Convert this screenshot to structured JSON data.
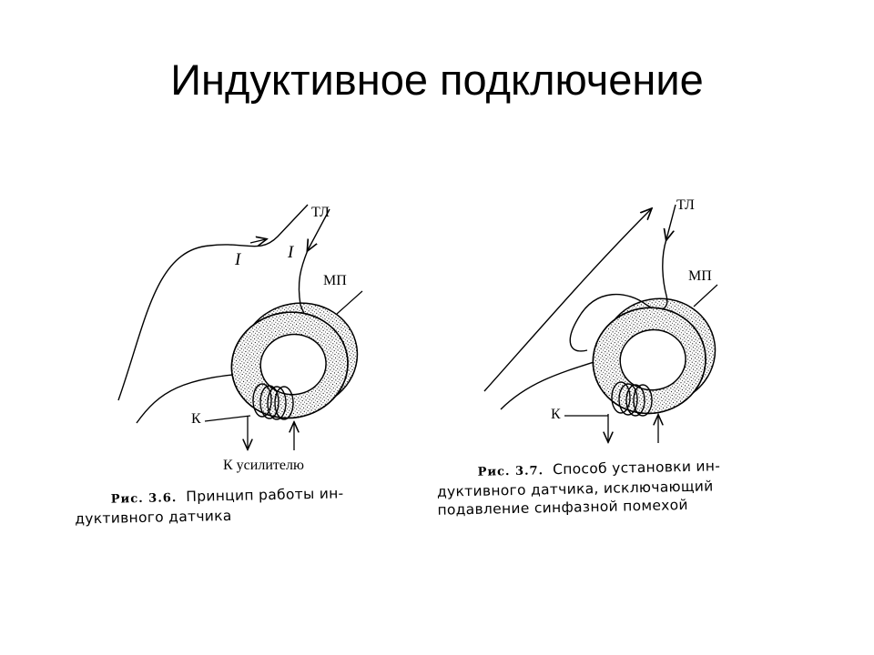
{
  "slide": {
    "title": "Индуктивное подключение"
  },
  "figure_left": {
    "labels": {
      "tl": "ТЛ",
      "mp": "МП",
      "k": "К",
      "current_1": "I",
      "current_2": "I",
      "to_amplifier": "К усилителю"
    },
    "caption": {
      "number": "Рис. 3.6.",
      "line1": "Принцип работы ин-",
      "line2": "дуктивного датчика"
    }
  },
  "figure_right": {
    "labels": {
      "tl": "ТЛ",
      "mp": "МП",
      "k": "К"
    },
    "caption": {
      "number": "Рис. 3.7.",
      "line1": "Способ установки ин-",
      "line2": "дуктивного датчика, исключающий",
      "line3": "подавление синфазной помехой"
    }
  },
  "colors": {
    "ink": "#000000",
    "background": "#ffffff"
  }
}
